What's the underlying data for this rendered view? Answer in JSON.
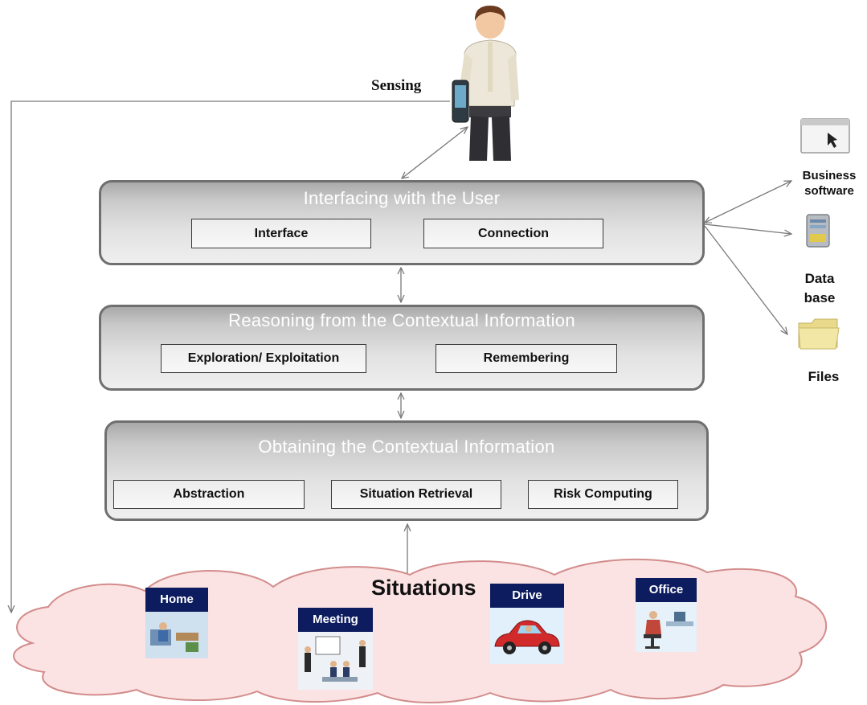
{
  "user": {
    "sensing_label": "Sensing",
    "figure_icon": "person-with-phone-icon"
  },
  "layers": [
    {
      "title": "Interfacing with  the User",
      "components": [
        "Interface",
        "Connection"
      ]
    },
    {
      "title": "Reasoning from  the Contextual Information",
      "components": [
        "Exploration/ Exploitation",
        "Remembering"
      ]
    },
    {
      "title": "Obtaining the Contextual Information",
      "components": [
        "Abstraction",
        "Situation Retrieval",
        "Risk Computing"
      ]
    }
  ],
  "resources": [
    {
      "label_line1": "Business",
      "label_line2": "software",
      "icon": "business-software-window-icon"
    },
    {
      "label_line1": "Data",
      "label_line2": "base",
      "icon": "database-server-icon"
    },
    {
      "label_line1": "Files",
      "label_line2": "",
      "icon": "folder-icon"
    }
  ],
  "situations": {
    "title": "Situations",
    "items": [
      {
        "label": "Home",
        "icon": "home-scene-icon"
      },
      {
        "label": "Meeting",
        "icon": "meeting-scene-icon"
      },
      {
        "label": "Drive",
        "icon": "car-icon"
      },
      {
        "label": "Office",
        "icon": "office-worker-icon"
      }
    ]
  },
  "colors": {
    "layer_border": "#6f6f6f",
    "situation_label_bg": "#0d1c5e",
    "cloud_fill": "#fbe3e3",
    "arrow": "#7a7a7a"
  }
}
